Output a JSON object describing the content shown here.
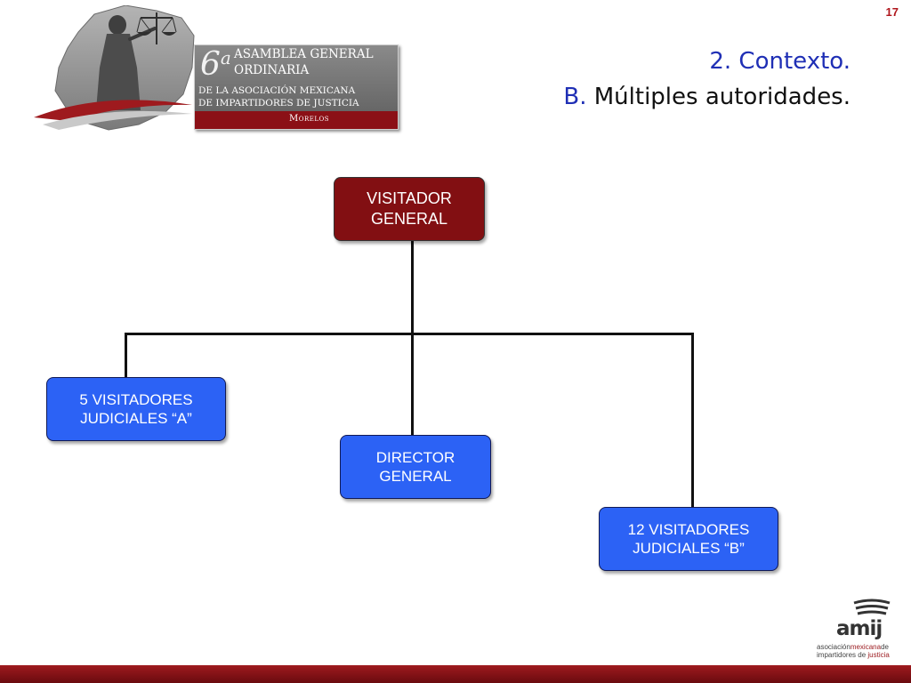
{
  "slide": {
    "page_number": "17"
  },
  "logo": {
    "number": "6",
    "superscript": "a",
    "line1": "ASAMBLEA GENERAL",
    "line2": "ORDINARIA",
    "line3": "DE LA ASOCIACIÓN MEXICANA",
    "line4": "DE IMPARTIDORES DE JUSTICIA",
    "location": "Morelos",
    "icon": "justice-statue-scales-icon"
  },
  "title": {
    "line1": "2. Contexto.",
    "line2_letter": "B.",
    "line2_text": "Múltiples autoridades."
  },
  "org_chart": {
    "root": {
      "line1": "VISITADOR",
      "line2": "GENERAL"
    },
    "children": [
      {
        "line1": "5 VISITADORES",
        "line2": "JUDICIALES “A”"
      },
      {
        "line1": "DIRECTOR",
        "line2": "GENERAL"
      },
      {
        "line1": "12 VISITADORES",
        "line2": "JUDICIALES “B”"
      }
    ],
    "colors": {
      "root": "#820f12",
      "child": "#2c62f5",
      "connector": "#111111"
    }
  },
  "amij_logo": {
    "name": "amij",
    "sub_prefix": "asociación",
    "sub_accent": "mexicana",
    "sub_suffix": "de",
    "sub_line2_prefix": "impartidores",
    "sub_line2_mid": "de",
    "sub_line2_accent": "justicia",
    "icon": "amij-arcs-icon"
  },
  "theme": {
    "footer": "#8b1016",
    "title_blue": "#1f2fb5"
  }
}
